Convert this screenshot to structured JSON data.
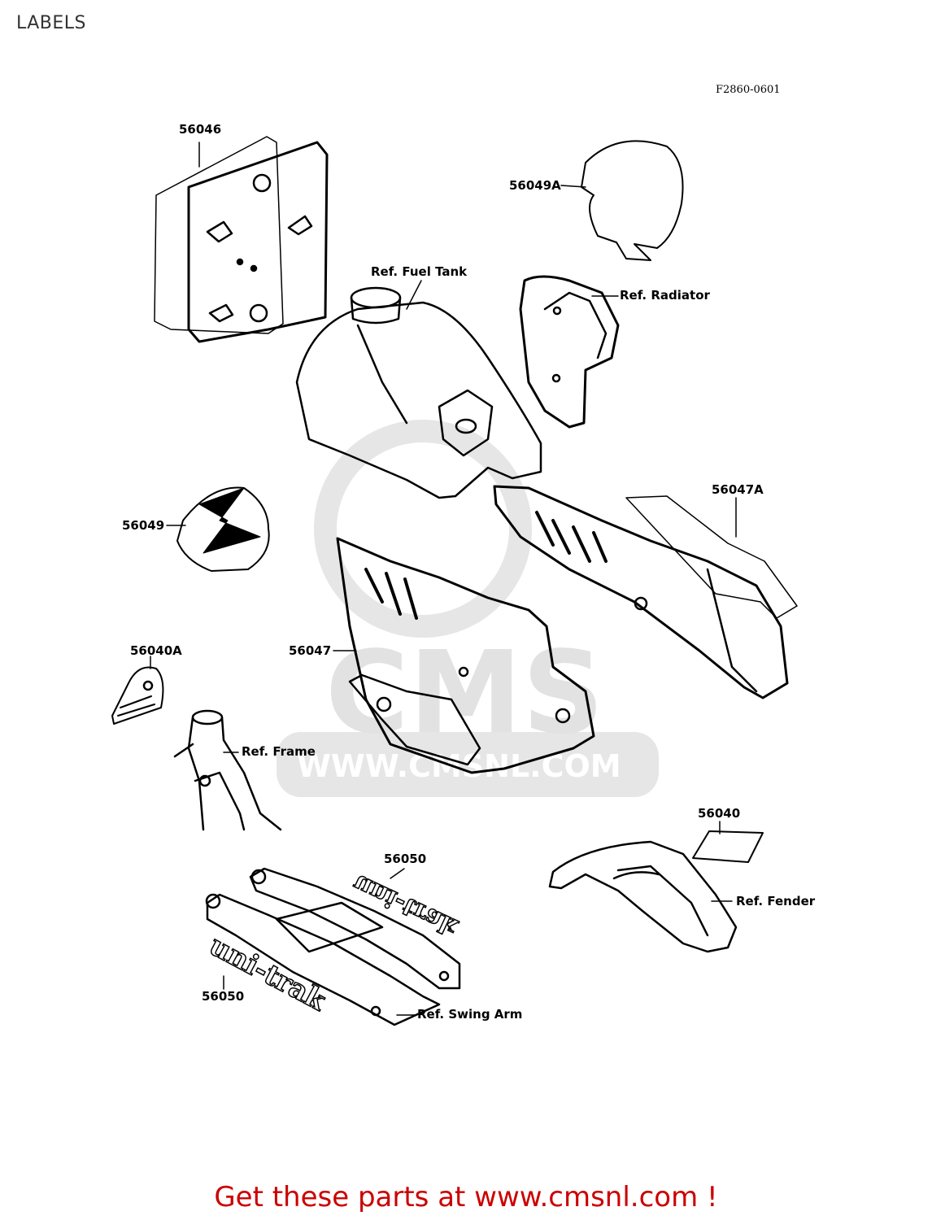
{
  "page_title": "LABELS",
  "figure_code": "F2860-0601",
  "callouts": {
    "p56046": "56046",
    "p56049A": "56049A",
    "fuel_tank": "Ref. Fuel Tank",
    "radiator": "Ref. Radiator",
    "p56047A": "56047A",
    "p56049": "56049",
    "p56047": "56047",
    "p56040A": "56040A",
    "frame": "Ref. Frame",
    "p56040": "56040",
    "p56050_top": "56050",
    "p56050_bottom": "56050",
    "fender": "Ref. Fender",
    "swing_arm": "Ref. Swing Arm"
  },
  "decal_text": {
    "unitrak_top": "uni-trak",
    "unitrak_bottom": "uni-trak"
  },
  "watermark": {
    "brand": "CMS",
    "url": "WWW.CMSNL.COM"
  },
  "footer": {
    "text": "Get these parts at www.cmsnl.com !",
    "color": "#cc0000"
  }
}
